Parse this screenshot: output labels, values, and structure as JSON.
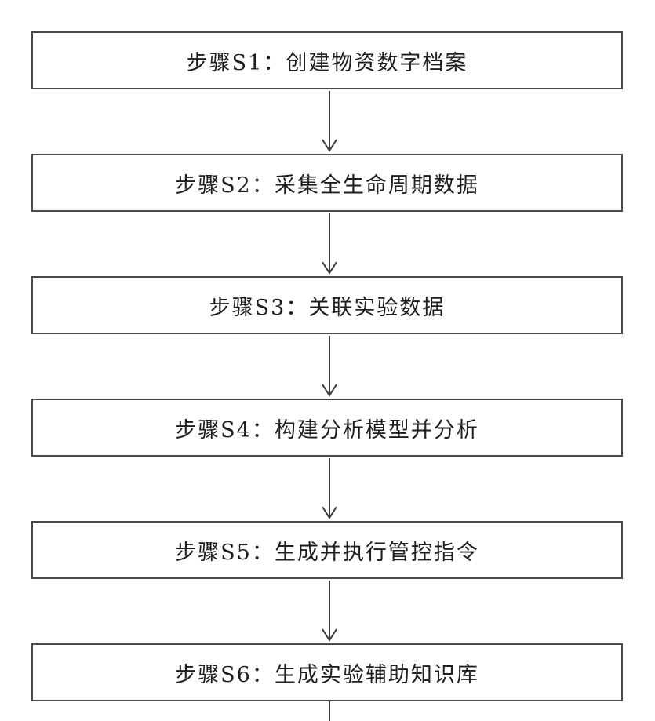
{
  "flowchart": {
    "steps": [
      {
        "label": "步骤S1：创建物资数字档案"
      },
      {
        "label": "步骤S2：采集全生命周期数据"
      },
      {
        "label": "步骤S3：关联实验数据"
      },
      {
        "label": "步骤S4：构建分析模型并分析"
      },
      {
        "label": "步骤S5：生成并执行管控指令"
      },
      {
        "label": "步骤S6：生成实验辅助知识库"
      }
    ],
    "colors": {
      "border": "#4a4a4a",
      "text": "#1e1e1e",
      "arrow": "#3a3a3a"
    }
  }
}
